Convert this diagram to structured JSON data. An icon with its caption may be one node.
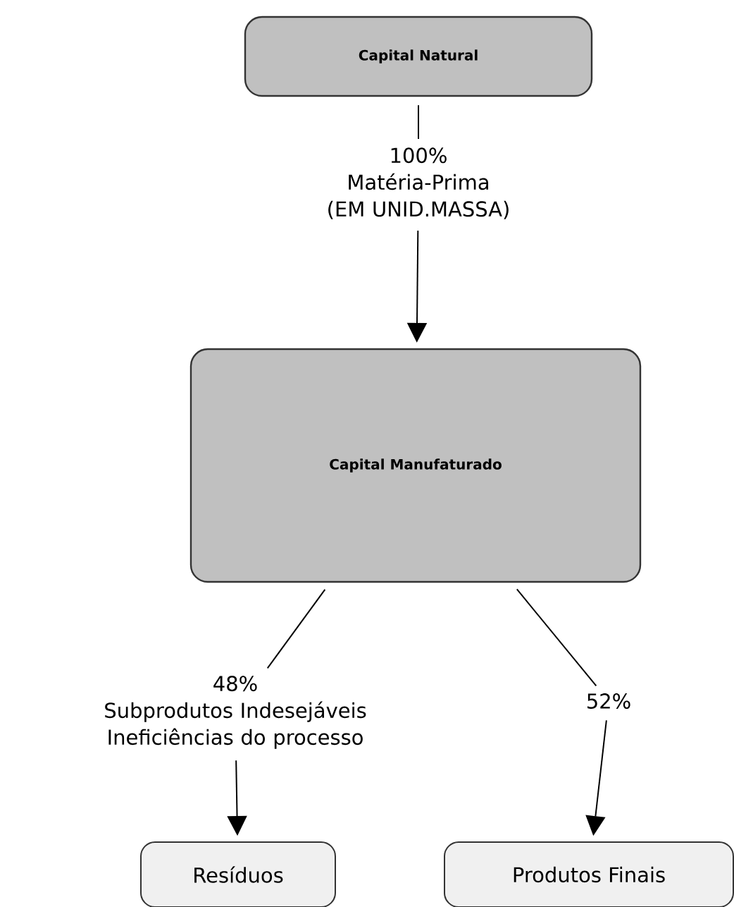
{
  "diagram": {
    "nodes": [
      {
        "text": [
          "Capital Natural"
        ]
      },
      {
        "text": [
          "100%",
          "Matéria-Prima (EM UNID.MASSA)"
        ]
      },
      {
        "text": [
          "Capital Manufaturado"
        ]
      },
      {
        "text": [
          "48%",
          "Subprodutos Indesejáveis Ineficiências do processo"
        ]
      },
      {
        "text": [
          "52%"
        ]
      },
      {
        "text": [
          "Resíduos"
        ]
      },
      {
        "text": [
          "Produtos Finais"
        ]
      }
    ],
    "edges": [
      {
        "from": 0,
        "to": 1,
        "arrow": "none"
      },
      {
        "from": 1,
        "to": 2,
        "arrow": "to"
      },
      {
        "from": 2,
        "to": 3,
        "arrow": "none"
      },
      {
        "from": 3,
        "to": 5,
        "arrow": "to"
      },
      {
        "from": 2,
        "to": 4,
        "arrow": "none"
      },
      {
        "from": 4,
        "to": 6,
        "arrow": "to"
      }
    ]
  }
}
